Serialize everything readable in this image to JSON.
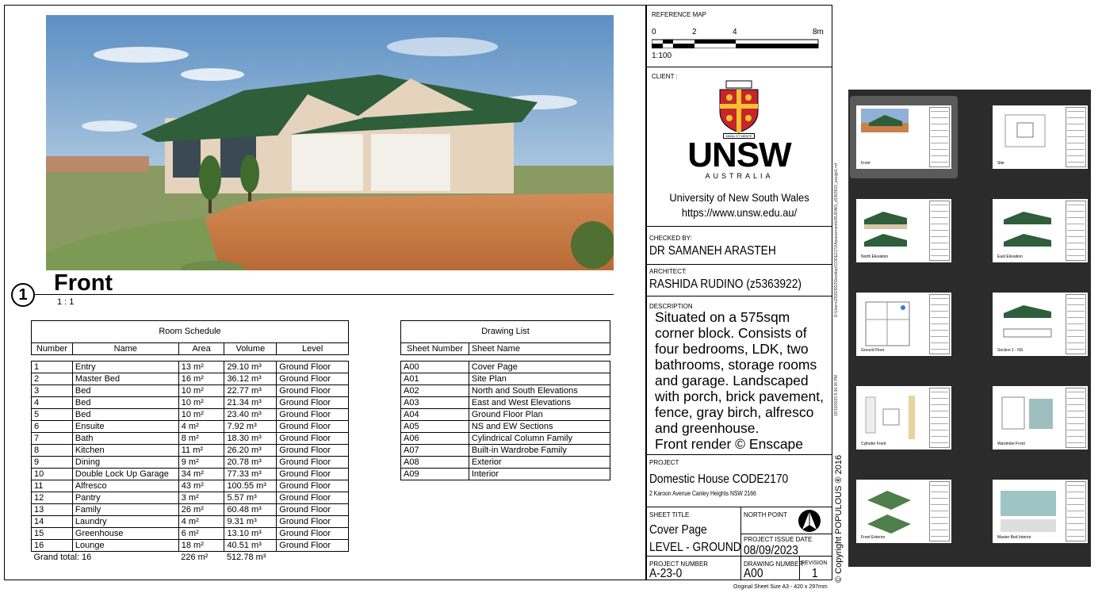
{
  "view": {
    "number": "1",
    "name": "Front",
    "scale": "1 : 1"
  },
  "room_schedule": {
    "title": "Room Schedule",
    "headers": [
      "Number",
      "Name",
      "Area",
      "Volume",
      "Level"
    ],
    "rows": [
      [
        "1",
        "Entry",
        "13 m²",
        "29.10 m³",
        "Ground Floor"
      ],
      [
        "2",
        "Master Bed",
        "16 m²",
        "36.12 m³",
        "Ground Floor"
      ],
      [
        "3",
        "Bed",
        "10 m²",
        "22.77 m³",
        "Ground Floor"
      ],
      [
        "4",
        "Bed",
        "10 m²",
        "21.34 m³",
        "Ground Floor"
      ],
      [
        "5",
        "Bed",
        "10 m²",
        "23.40 m³",
        "Ground Floor"
      ],
      [
        "6",
        "Ensuite",
        "4 m²",
        "7.92 m³",
        "Ground Floor"
      ],
      [
        "7",
        "Bath",
        "8 m²",
        "18.30 m³",
        "Ground Floor"
      ],
      [
        "8",
        "Kitchen",
        "11 m²",
        "26.20 m³",
        "Ground Floor"
      ],
      [
        "9",
        "Dining",
        "9 m²",
        "20.78 m³",
        "Ground Floor"
      ],
      [
        "10",
        "Double Lock Up Garage",
        "34 m²",
        "77.33 m³",
        "Ground Floor"
      ],
      [
        "11",
        "Alfresco",
        "43 m²",
        "100.55 m³",
        "Ground Floor"
      ],
      [
        "12",
        "Pantry",
        "3 m²",
        "5.57 m³",
        "Ground Floor"
      ],
      [
        "13",
        "Family",
        "26 m²",
        "60.48 m³",
        "Ground Floor"
      ],
      [
        "14",
        "Laundry",
        "4 m²",
        "9.31 m³",
        "Ground Floor"
      ],
      [
        "15",
        "Greenhouse",
        "6 m²",
        "13.10 m³",
        "Ground Floor"
      ],
      [
        "16",
        "Lounge",
        "18 m²",
        "40.51 m³",
        "Ground Floor"
      ]
    ],
    "grand_total_label": "Grand total: 16",
    "grand_total_area": "226 m²",
    "grand_total_volume": "512.78 m³"
  },
  "drawing_list": {
    "title": "Drawing List",
    "headers": [
      "Sheet Number",
      "Sheet Name"
    ],
    "rows": [
      [
        "A00",
        "Cover Page"
      ],
      [
        "A01",
        "Site Plan"
      ],
      [
        "A02",
        "North and South Elevations"
      ],
      [
        "A03",
        "East and West Elevations"
      ],
      [
        "A04",
        "Ground Floor Plan"
      ],
      [
        "A05",
        "NS and EW Sections"
      ],
      [
        "A06",
        "Cylindrical Column Family"
      ],
      [
        "A07",
        "Built-in Wardrobe Family"
      ],
      [
        "A08",
        "Exterior"
      ],
      [
        "A09",
        "Interior"
      ]
    ]
  },
  "title_block": {
    "reference_map_label": "REFERENCE MAP",
    "scale_ticks": [
      "0",
      "2",
      "4",
      "8m"
    ],
    "scale_ratio": "1:100",
    "client_label": "CLIENT :",
    "logo_text": "UNSW",
    "logo_subtext": "AUSTRALIA",
    "crest_motto": "MANU ET MENTE",
    "client_name": "University of New South Wales",
    "client_url": "https://www.unsw.edu.au/",
    "checked_by_label": "CHECKED BY:",
    "checked_by": "DR SAMANEH ARASTEH",
    "architect_label": "ARCHITECT:",
    "architect": "RASHIDA RUDINO (z5363922)",
    "description_label": "DESCRIPTION",
    "description": "Situated on a 575sqm corner block. Consists of four bedrooms, LDK, two bathrooms, storage rooms and garage. Landscaped with porch, brick pavement, fence, gray birch, alfresco and greenhouse.",
    "description_credit": "Front render © Enscape",
    "project_label": "PROJECT",
    "project_name": "Domestic House CODE2170",
    "project_address": "2 Karoon Avenue Canley Heights NSW 2166",
    "sheet_title_label": "SHEET TITLE",
    "sheet_title_1": "Cover Page",
    "sheet_title_2": "LEVEL - GROUND",
    "north_point_label": "NORTH POINT",
    "issue_date_label": "PROJECT ISSUE DATE",
    "issue_date": "08/09/2023",
    "project_number_label": "PROJECT NUMBER",
    "project_number": "A-23-0",
    "drawing_number_label": "DRAWING NUMBER",
    "drawing_number": "A00",
    "revision_label": "REVISION",
    "revision": "1",
    "file_path": "D:\\Users\\Z5363922\\Desktop\\CODE2170\\Assessments\\RUDINO_z5363922_assign1.rvt",
    "print_date": "15/10/2023 8:36:36 PM",
    "copyright": "© Copyright POPULOUS ® 2016",
    "original_size": "Original Sheet Size A3 - 420 x 297mm"
  },
  "thumbnails": {
    "selected_index": 0,
    "pages": [
      {
        "label": "Front"
      },
      {
        "label": "Site"
      },
      {
        "label": "North Elevation"
      },
      {
        "label": "East Elevation"
      },
      {
        "label": "Ground Floor"
      },
      {
        "label": "Section 1 - NS"
      },
      {
        "label": "Cylinder Front"
      },
      {
        "label": "Wardrobe Front"
      },
      {
        "label": "Front Exterior"
      },
      {
        "label": "Master Bed Interior"
      }
    ]
  },
  "colors": {
    "panel_bg": "#2b2b2b",
    "thumb_selected": "#5a5a5a",
    "roof_green": "#2e5e3a",
    "pavement": "#c9804a",
    "crest_red": "#c8242b",
    "crest_gold": "#f2c230"
  }
}
